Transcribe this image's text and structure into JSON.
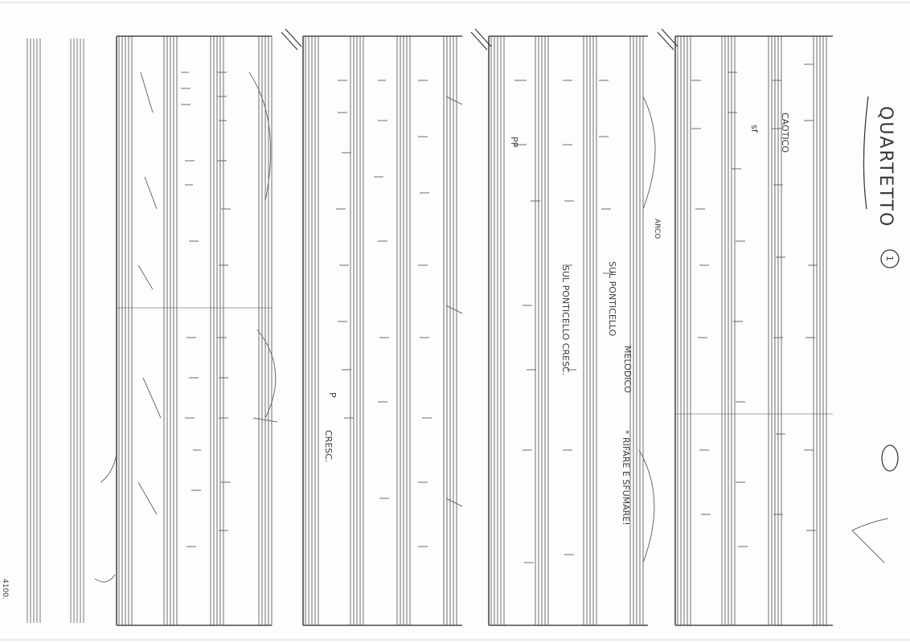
{
  "score": {
    "title": "QUARTETTO",
    "movement_number": "1",
    "instruction_1": "SUL PONTICELLO",
    "instruction_2": "SUL PONTICELLO CRESC.",
    "instruction_3": "MELODICO",
    "instruction_4": "* RIFARE E SFUMARE!",
    "instruction_5": "CAOTICO",
    "instruction_6": "ARCO",
    "dyn_pp": "PP",
    "dyn_p": "P",
    "dyn_sf": "sf",
    "dyn_cresc": "CRESC.",
    "corner_note": "4100."
  }
}
